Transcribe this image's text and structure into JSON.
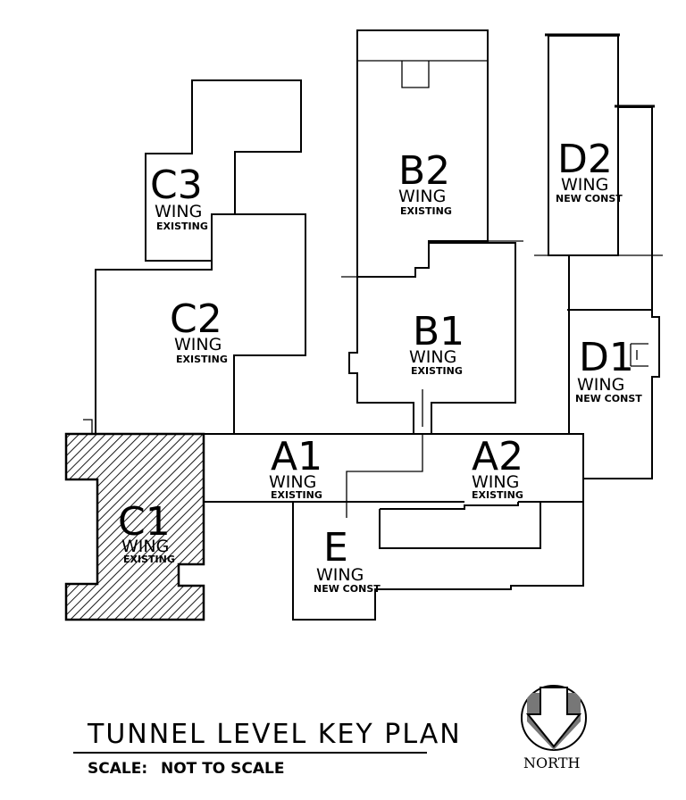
{
  "wings": [
    {
      "id": "C3",
      "sub": "WING",
      "status": "EXISTING"
    },
    {
      "id": "C2",
      "sub": "WING",
      "status": "EXISTING"
    },
    {
      "id": "B2",
      "sub": "WING",
      "status": "EXISTING"
    },
    {
      "id": "B1",
      "sub": "WING",
      "status": "EXISTING"
    },
    {
      "id": "D2",
      "sub": "WING",
      "status": "NEW CONST"
    },
    {
      "id": "D1",
      "sub": "WING",
      "status": "NEW CONST"
    },
    {
      "id": "A1",
      "sub": "WING",
      "status": "EXISTING"
    },
    {
      "id": "A2",
      "sub": "WING",
      "status": "EXISTING"
    },
    {
      "id": "C1",
      "sub": "WING",
      "status": "EXISTING"
    },
    {
      "id": "E",
      "sub": "WING",
      "status": "NEW CONST"
    }
  ],
  "title": "TUNNEL LEVEL KEY PLAN",
  "scale_label": "SCALE:",
  "scale_value": "NOT TO SCALE",
  "north_label": "NORTH"
}
